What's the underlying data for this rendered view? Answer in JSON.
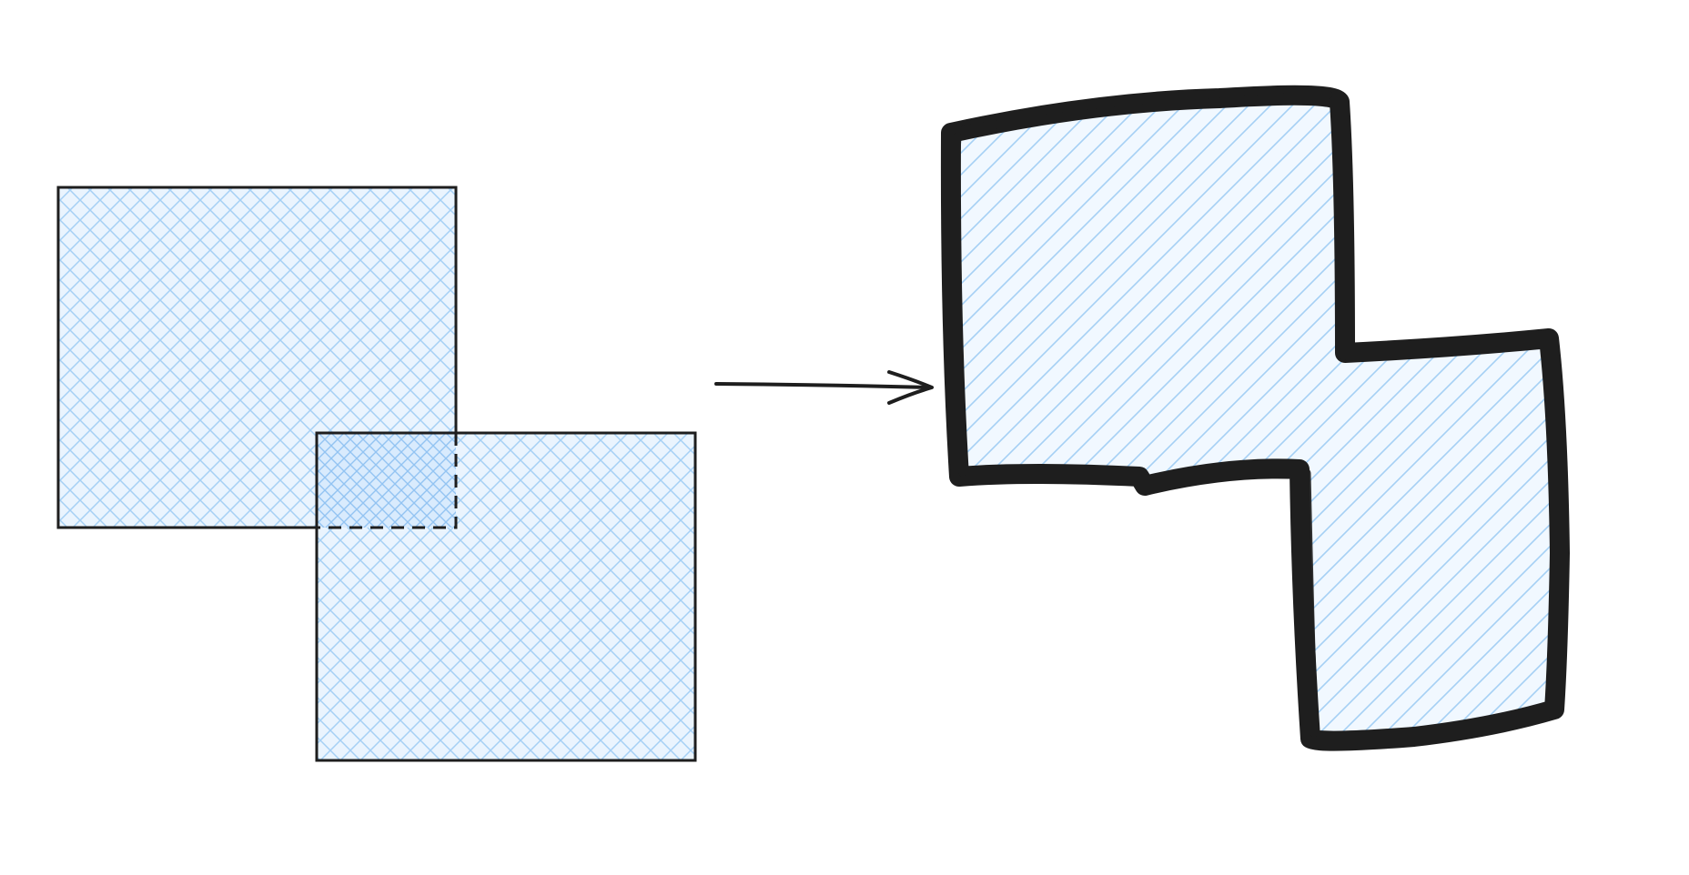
{
  "canvas": {
    "background": "#ffffff"
  },
  "colors": {
    "hatch": "#a5d0f5",
    "hatch_fill": "#eaf4fe",
    "stroke": "#1e1e1e"
  },
  "shapes": {
    "left": [
      {
        "name": "rectangle-a",
        "fill": "cross-hatch",
        "stroke": "thin"
      },
      {
        "name": "rectangle-b",
        "fill": "cross-hatch",
        "stroke": "thin"
      },
      {
        "name": "overlap-region",
        "stroke": "dashed"
      }
    ],
    "right": {
      "name": "union-shape",
      "fill": "hatch",
      "stroke": "thick"
    }
  },
  "arrow": {
    "direction": "right",
    "icon": "arrow-right-icon"
  }
}
